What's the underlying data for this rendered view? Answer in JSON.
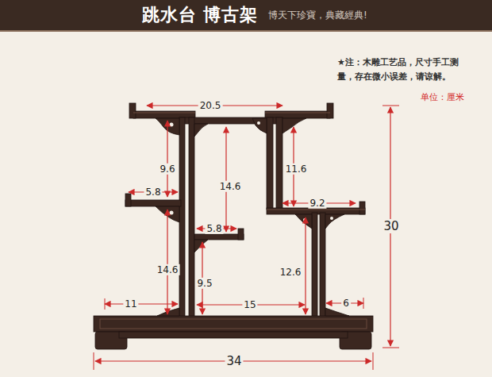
{
  "diagram": {
    "title": "跳水台 博古架",
    "labels": [
      "博天下珍寶，典藏經典!",
      "★注：木雕工艺品，尺寸手工测量，存在微小误差，请谅解。",
      "单位：厘米",
      "20.5",
      "9.6",
      "14.6",
      "11.6",
      "5.8",
      "9.2",
      "5.8",
      "30",
      "14.6",
      "12.6",
      "9.5",
      "11",
      "15",
      "6",
      "34"
    ]
  }
}
